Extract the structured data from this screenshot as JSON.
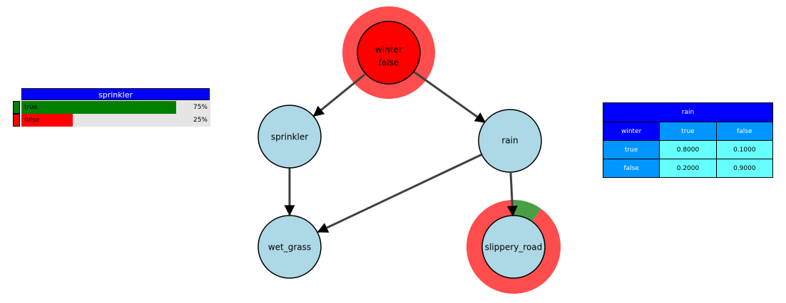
{
  "graph": {
    "nodes": [
      {
        "id": "winter",
        "label": "winter",
        "evidence": "false",
        "state": "observed"
      },
      {
        "id": "sprinkler",
        "label": "sprinkler"
      },
      {
        "id": "rain",
        "label": "rain"
      },
      {
        "id": "wet_grass",
        "label": "wet_grass"
      },
      {
        "id": "slippery_road",
        "label": "slippery_road",
        "marginal_ring": {
          "true_fraction": 0.1,
          "false_fraction": 0.9
        }
      }
    ],
    "edges": [
      {
        "from": "winter",
        "to": "sprinkler"
      },
      {
        "from": "winter",
        "to": "rain"
      },
      {
        "from": "sprinkler",
        "to": "wet_grass"
      },
      {
        "from": "rain",
        "to": "wet_grass"
      },
      {
        "from": "rain",
        "to": "slippery_road"
      }
    ],
    "colors": {
      "node_fill": "#add8e6",
      "evidence_fill": "#ff0000",
      "evidence_halo": "#ff4d4d",
      "ring_true": "#4a9e45",
      "ring_false": "#ff4d4d",
      "edge": "#404040"
    }
  },
  "marginal": {
    "title": "sprinkler",
    "rows": [
      {
        "label": "true",
        "value": 0.75,
        "percent_text": "75%",
        "color": "#008000"
      },
      {
        "label": "false",
        "value": 0.25,
        "percent_text": "25%",
        "color": "#ff0000"
      }
    ]
  },
  "cpt": {
    "title": "rain",
    "parent": "winter",
    "columns": [
      "true",
      "false"
    ],
    "rows": [
      {
        "label": "true",
        "values": [
          "0.8000",
          "0.1000"
        ]
      },
      {
        "label": "false",
        "values": [
          "0.2000",
          "0.9000"
        ]
      }
    ]
  }
}
